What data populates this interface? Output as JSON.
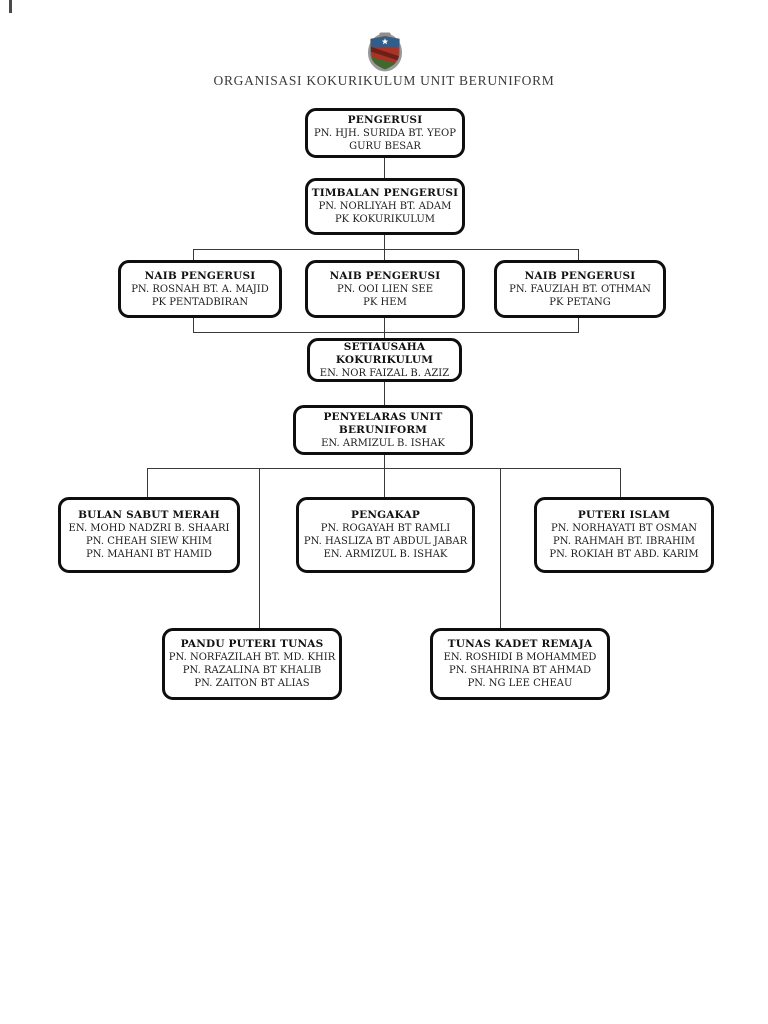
{
  "document": {
    "title": "ORGANISASI KOKURIKULUM UNIT BERUNIFORM",
    "logo": {
      "name": "school-crest",
      "colors": {
        "chief_blue": "#2f5d8c",
        "field_red": "#a93426",
        "band_dark_red": "#6e2018",
        "base_green": "#41682f",
        "wreath_grey": "#9a9a9a",
        "star_white": "#ffffff"
      }
    }
  },
  "org": {
    "nodes": [
      {
        "id": "pengerusi",
        "title_lines": [
          "PENGERUSI"
        ],
        "lines": [
          "PN. HJH. SURIDA BT. YEOP",
          "GURU BESAR"
        ]
      },
      {
        "id": "timbalan",
        "title_lines": [
          "TIMBALAN PENGERUSI"
        ],
        "lines": [
          "PN. NORLIYAH BT. ADAM",
          "PK KOKURIKULUM"
        ]
      },
      {
        "id": "naib-kiri",
        "title_lines": [
          "NAIB PENGERUSI"
        ],
        "lines": [
          "PN. ROSNAH BT. A. MAJID",
          "PK PENTADBIRAN"
        ]
      },
      {
        "id": "naib-tengah",
        "title_lines": [
          "NAIB PENGERUSI"
        ],
        "lines": [
          "PN. OOI LIEN SEE",
          "PK HEM"
        ]
      },
      {
        "id": "naib-kanan",
        "title_lines": [
          "NAIB PENGERUSI"
        ],
        "lines": [
          "PN. FAUZIAH BT. OTHMAN",
          "PK PETANG"
        ]
      },
      {
        "id": "setiausaha",
        "title_lines": [
          "SETIAUSAHA",
          "KOKURIKULUM"
        ],
        "lines": [
          "EN. NOR FAIZAL B. AZIZ"
        ]
      },
      {
        "id": "penyelaras",
        "title_lines": [
          "PENYELARAS UNIT",
          "BERUNIFORM"
        ],
        "lines": [
          "EN. ARMIZUL B. ISHAK"
        ]
      },
      {
        "id": "bulan-sabut-merah",
        "title_lines": [
          "BULAN SABUT MERAH"
        ],
        "lines": [
          "EN. MOHD NADZRI B. SHAARI",
          "PN. CHEAH SIEW KHIM",
          "PN. MAHANI BT HAMID"
        ]
      },
      {
        "id": "pengakap",
        "title_lines": [
          "PENGAKAP"
        ],
        "lines": [
          "PN. ROGAYAH BT RAMLI",
          "PN. HASLIZA BT ABDUL JABAR",
          "EN. ARMIZUL B. ISHAK"
        ]
      },
      {
        "id": "puteri-islam",
        "title_lines": [
          "PUTERI ISLAM"
        ],
        "lines": [
          "PN. NORHAYATI BT OSMAN",
          "PN. RAHMAH BT. IBRAHIM",
          "PN. ROKIAH BT ABD. KARIM"
        ]
      },
      {
        "id": "pandu-puteri",
        "title_lines": [
          "PANDU PUTERI TUNAS"
        ],
        "lines": [
          "PN. NORFAZILAH BT. MD. KHIR",
          "PN. RAZALINA BT KHALIB",
          "PN. ZAITON BT ALIAS"
        ]
      },
      {
        "id": "tunas-kadet",
        "title_lines": [
          "TUNAS KADET REMAJA"
        ],
        "lines": [
          "EN. ROSHIDI B MOHAMMED",
          "PN. SHAHRINA BT AHMAD",
          "PN. NG LEE CHEAU"
        ]
      }
    ]
  }
}
